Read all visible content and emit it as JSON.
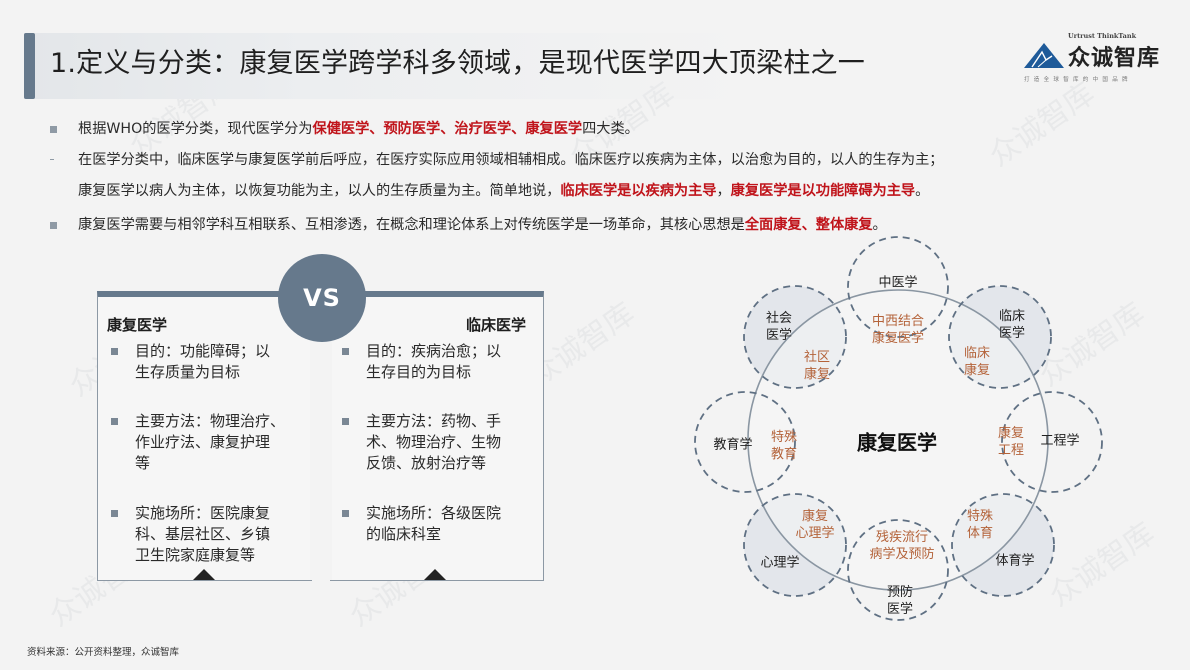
{
  "header": {
    "title": "1.定义与分类：康复医学跨学科多领域，是现代医学四大顶梁柱之一"
  },
  "logo": {
    "en": "Urtrust ThinkTank",
    "cn": "众诚智库",
    "tagline": "打造全球智库的中国品牌",
    "icon": "mountain-logo-icon",
    "brand_color": "#1e5a99"
  },
  "bullets": [
    {
      "type": "square",
      "segments": [
        {
          "text": "根据WHO的医学分类，现代医学分为",
          "emph": false
        },
        {
          "text": "保健医学、预防医学、治疗医学、康复医学",
          "emph": true
        },
        {
          "text": "四大类。",
          "emph": false
        }
      ]
    },
    {
      "type": "dash",
      "line1": "在医学分类中，临床医学与康复医学前后呼应，在医疗实际应用领域相辅相成。临床医疗以疾病为主体，以治愈为目的，以人的生存为主；",
      "line2_segments": [
        {
          "text": "康复医学以病人为主体，以恢复功能为主，以人的生存质量为主。简单地说，",
          "emph": false
        },
        {
          "text": "临床医学是以疾病为主导",
          "emph": true
        },
        {
          "text": "，",
          "emph": false
        },
        {
          "text": "康复医学是以功能障碍为主导",
          "emph": true
        },
        {
          "text": "。",
          "emph": false
        }
      ]
    },
    {
      "type": "square",
      "segments": [
        {
          "text": "康复医学需要与相邻学科互相联系、互相渗透，在概念和理论体系上对传统医学是一场革命，其核心思想是",
          "emph": false
        },
        {
          "text": "全面康复、整体康复",
          "emph": true
        },
        {
          "text": "。",
          "emph": false
        }
      ]
    }
  ],
  "comparison": {
    "vs_label": "VS",
    "left": {
      "title": "康复医学",
      "items": [
        [
          "目的：功能障碍；以",
          "生存质量为目标"
        ],
        [
          "主要方法：物理治疗、",
          "作业疗法、康复护理",
          "等"
        ],
        [
          "实施场所：医院康复",
          "科、基层社区、乡镇",
          "卫生院家庭康复等"
        ]
      ]
    },
    "right": {
      "title": "临床医学",
      "items": [
        [
          "目的：疾病治愈；以",
          "生存目的为目标"
        ],
        [
          "主要方法：药物、手",
          "术、物理治疗、生物",
          "反馈、放射治疗等"
        ],
        [
          "实施场所：各级医院",
          "的临床科室"
        ]
      ]
    },
    "accent_color": "#66798c"
  },
  "diagram": {
    "center": "康复医学",
    "nodes": [
      {
        "outer": [
          "中医学"
        ],
        "overlap": [
          "中西结合",
          "康复医学"
        ]
      },
      {
        "outer": [
          "临床",
          "医学"
        ],
        "overlap": [
          "临床",
          "康复"
        ]
      },
      {
        "outer": [
          "工程学"
        ],
        "overlap": [
          "康复",
          "工程"
        ]
      },
      {
        "outer": [
          "体育学"
        ],
        "overlap": [
          "特殊",
          "体育"
        ]
      },
      {
        "outer": [
          "预防",
          "医学"
        ],
        "overlap": [
          "残疾流行",
          "病学及预防"
        ]
      },
      {
        "outer": [
          "心理学"
        ],
        "overlap": [
          "康复",
          "心理学"
        ]
      },
      {
        "outer": [
          "教育学"
        ],
        "overlap": [
          "特殊",
          "教育"
        ]
      },
      {
        "outer": [
          "社会",
          "医学"
        ],
        "overlap": [
          "社区",
          "康复"
        ]
      }
    ],
    "overlap_color": "#b4633a"
  },
  "footer": {
    "source": "资料来源：公开资料整理，众诚智库"
  }
}
